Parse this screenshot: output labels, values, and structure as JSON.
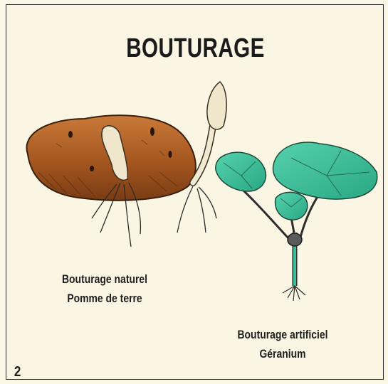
{
  "title": "BOUTURAGE",
  "left_caption": {
    "line1": "Bouturage naturel",
    "line2": "Pomme de terre"
  },
  "right_caption": {
    "line1": "Bouturage artificiel",
    "line2": "Géranium"
  },
  "plate_number": "2",
  "colors": {
    "background": "#fbf6e3",
    "potato": "#b8652a",
    "leaf": "#3cbf9a",
    "ink": "#1e1e1e"
  },
  "illustrations": [
    "potato-cutting-illustration",
    "geranium-cutting-illustration"
  ]
}
